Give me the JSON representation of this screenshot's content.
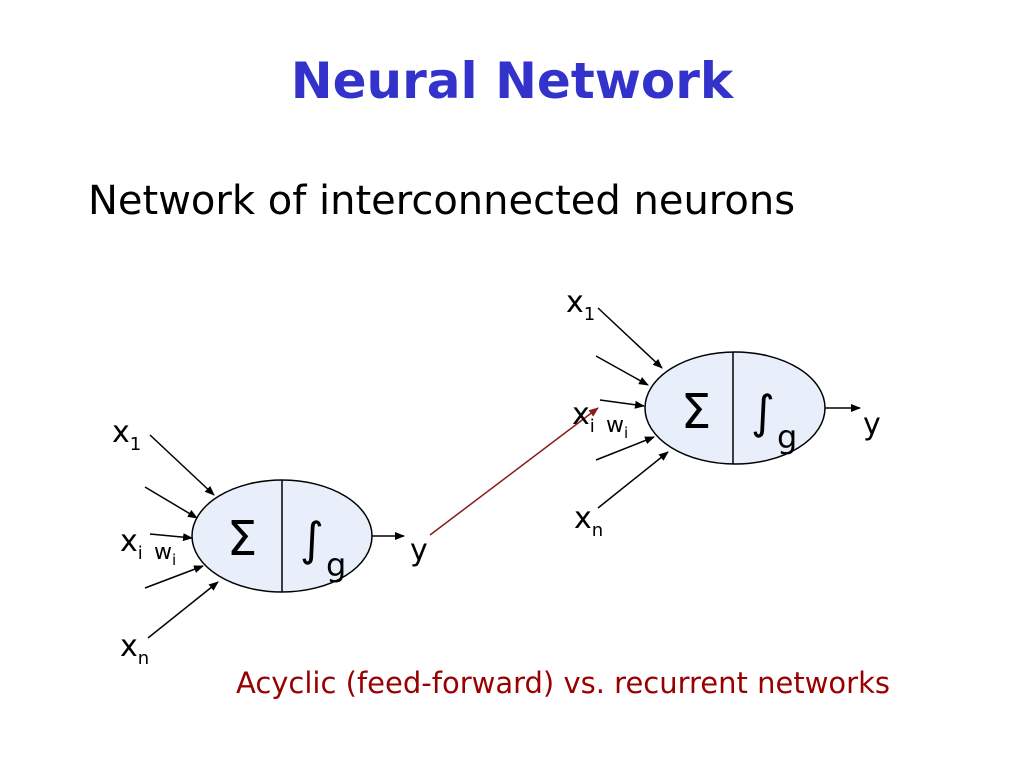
{
  "colors": {
    "title": "#3333cc",
    "caption": "#990000",
    "link": "#8b1a1a",
    "neuron_fill": "#e8eefa"
  },
  "title": "Neural Network",
  "subtitle": "Network of interconnected neurons",
  "caption": "Acyclic (feed-forward) vs. recurrent networks",
  "neuron": {
    "sum_symbol": "Σ",
    "activation_symbol": "∫",
    "activation_label": "g",
    "input_first": {
      "base": "x",
      "sub": "1"
    },
    "input_i": {
      "base": "x",
      "sub": "i"
    },
    "weight_i": {
      "base": "w",
      "sub": "i"
    },
    "input_n": {
      "base": "x",
      "sub": "n"
    },
    "output": "y"
  }
}
